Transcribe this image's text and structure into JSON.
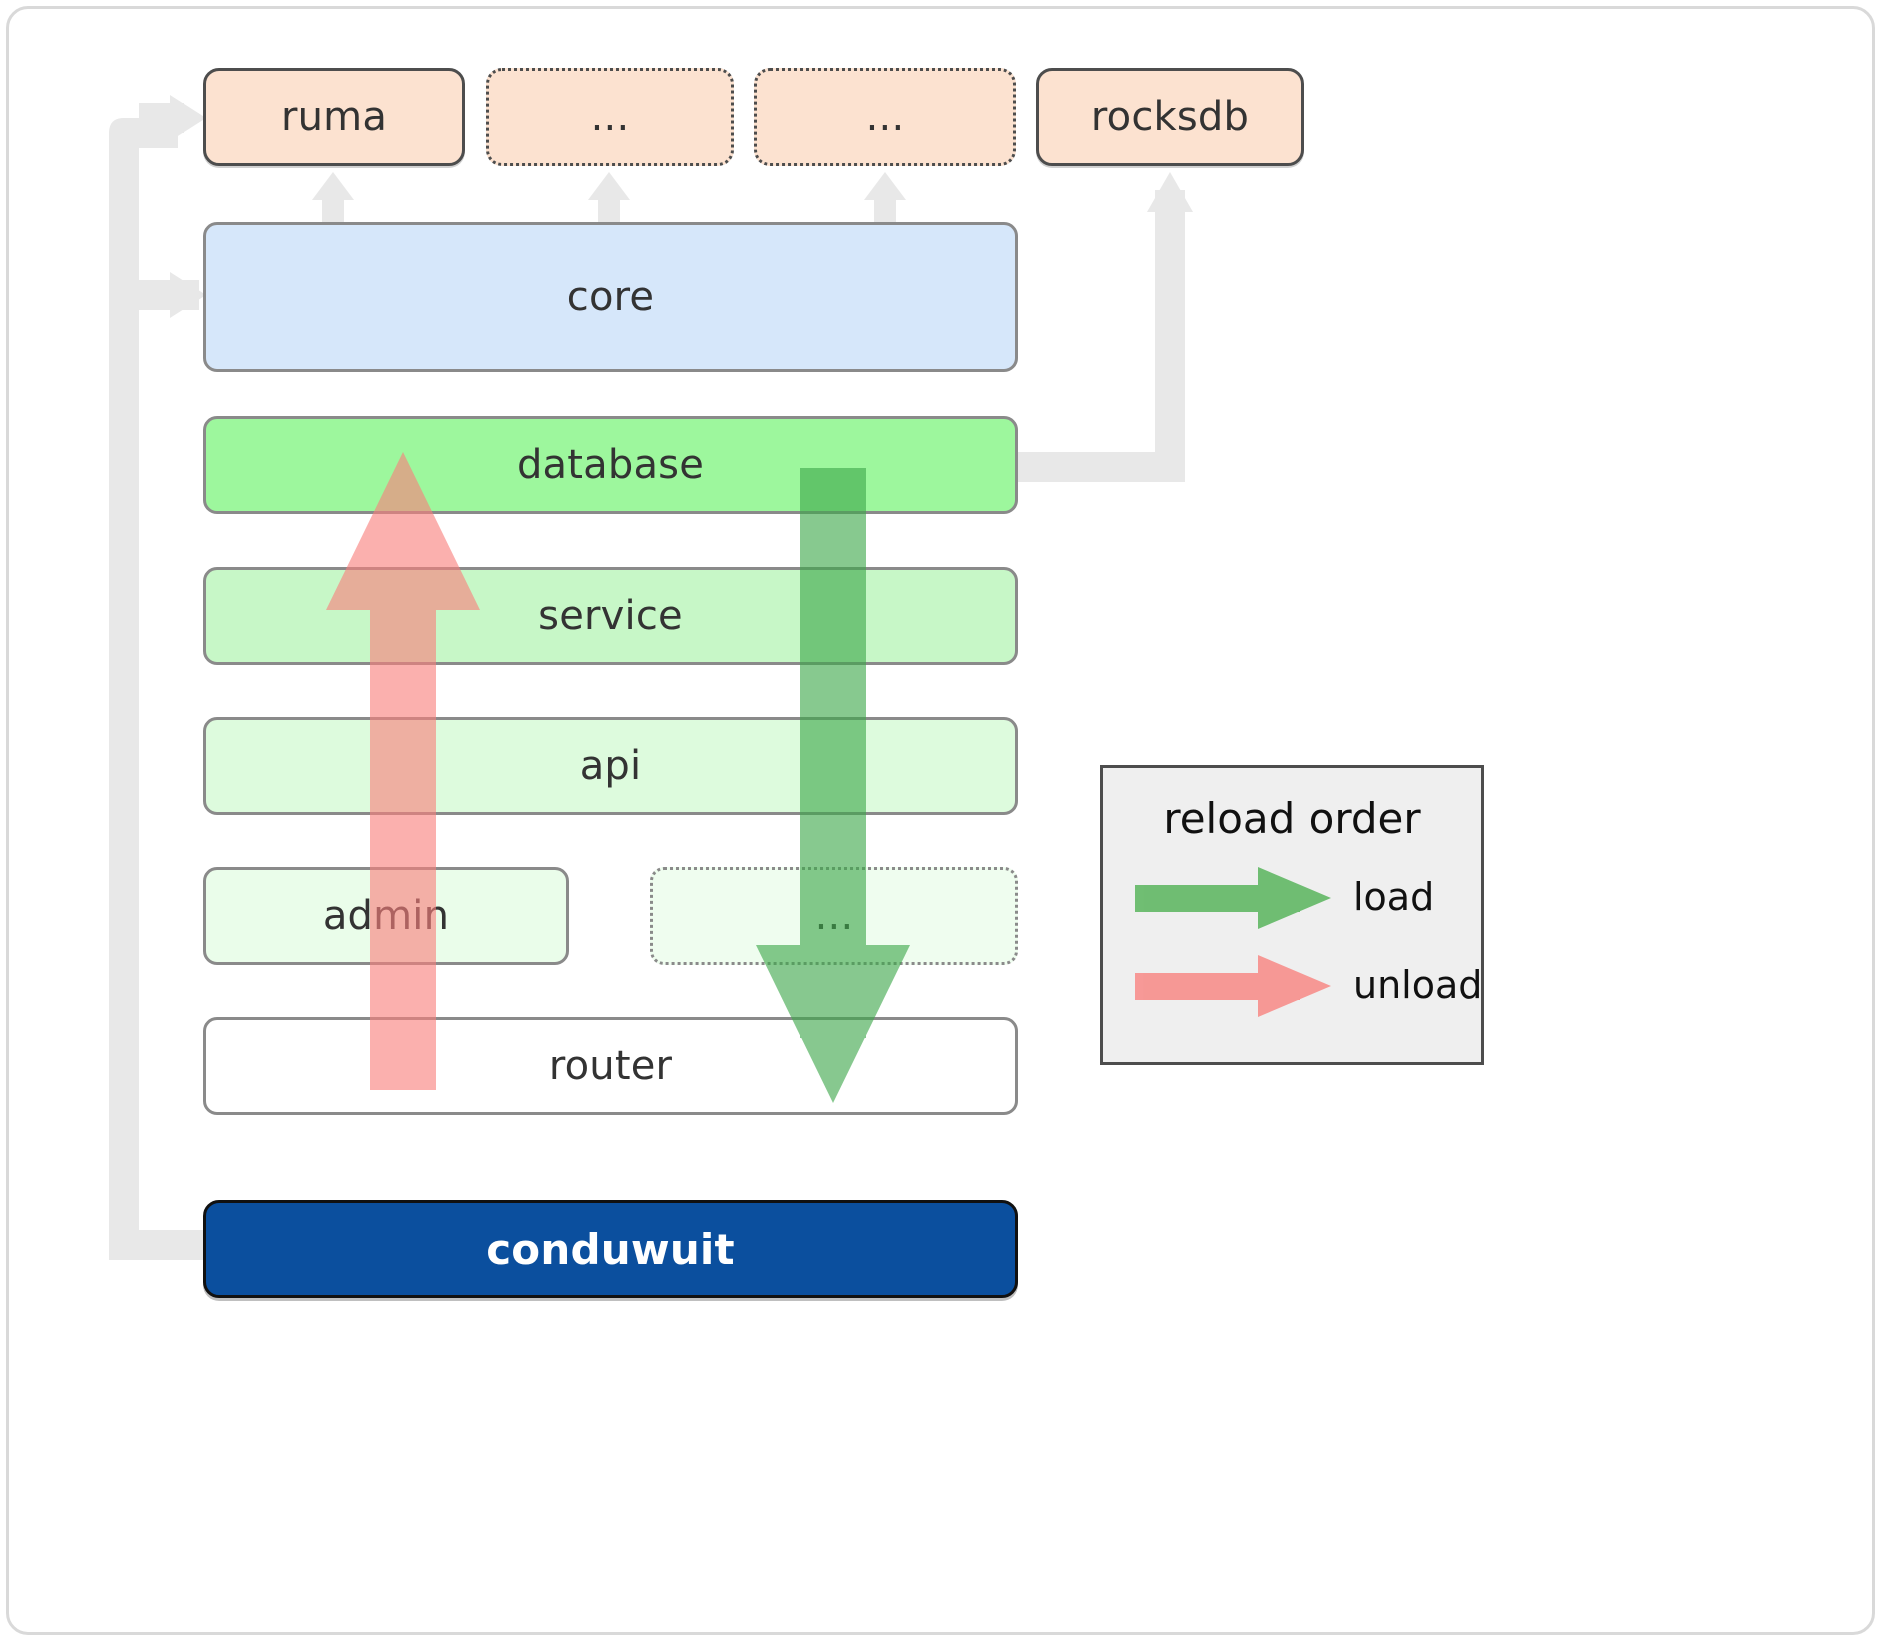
{
  "diagram": {
    "title": "conduwuit crate dependency and reload order diagram",
    "colors": {
      "external_fill": "#FCE2D0",
      "core_fill": "#D6E7FA",
      "database_fill": "#9DF79D",
      "service_fill": "#C7F7C7",
      "api_fill": "#DDFBDD",
      "admin_fill": "#EAFDEA",
      "router_fill": "#FFFFFF",
      "app_fill": "#0B4F9E",
      "app_text": "#FFFFFF",
      "connector": "#E8E8E8",
      "load_arrow": "#4CAF50",
      "unload_arrow": "#F9807D",
      "legend_fill": "#EFEFEF",
      "border": "#8A8A8A",
      "external_border": "#4D4D4D"
    },
    "external_row": [
      {
        "id": "ruma",
        "label": "ruma",
        "style": "solid"
      },
      {
        "id": "ext-more-1",
        "label": "...",
        "style": "dotted"
      },
      {
        "id": "ext-more-2",
        "label": "...",
        "style": "dotted"
      },
      {
        "id": "rocksdb",
        "label": "rocksdb",
        "style": "solid"
      }
    ],
    "layers": [
      {
        "id": "core",
        "label": "core"
      },
      {
        "id": "database",
        "label": "database"
      },
      {
        "id": "service",
        "label": "service"
      },
      {
        "id": "api",
        "label": "api"
      },
      {
        "id": "admin",
        "label": "admin"
      },
      {
        "id": "layer-more",
        "label": "..."
      },
      {
        "id": "router",
        "label": "router"
      }
    ],
    "app": {
      "id": "conduwuit",
      "label": "conduwuit"
    },
    "legend": {
      "title": "reload order",
      "entries": [
        {
          "id": "load",
          "label": "load",
          "direction": "down",
          "color": "#4CAF50"
        },
        {
          "id": "unload",
          "label": "unload",
          "direction": "up",
          "color": "#F9807D"
        }
      ]
    }
  }
}
